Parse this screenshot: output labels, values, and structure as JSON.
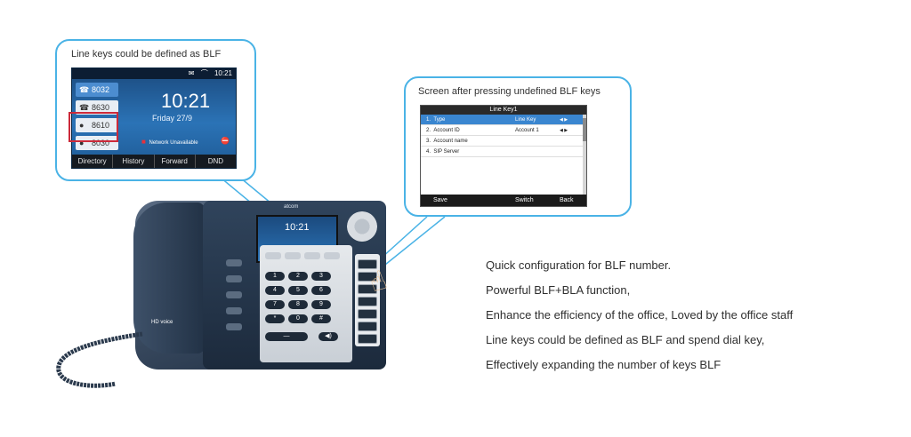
{
  "callout_left": {
    "title": "Line keys could be defined as BLF",
    "status_time": "10:21",
    "line_keys": [
      {
        "number": "8032",
        "icon": "phone-icon",
        "active": true
      },
      {
        "number": "8630",
        "icon": "phone-icon",
        "active": false
      },
      {
        "number": "8610",
        "icon": "contact-icon",
        "active": false
      },
      {
        "number": "8030",
        "icon": "contact-icon",
        "active": false
      }
    ],
    "clock": "10:21",
    "date": "Friday 27/9",
    "network_status": "Network Unavailable",
    "softkeys": [
      "Directory",
      "History",
      "Forward",
      "DND"
    ],
    "highlight_color": "#cc2a3a"
  },
  "callout_right": {
    "title": "Screen after pressing undefined BLF keys",
    "header": "Line Key1",
    "rows": [
      {
        "index": "1.",
        "label": "Type",
        "value": "Line Key",
        "arrows": "◀ ▶",
        "selected": true
      },
      {
        "index": "2.",
        "label": "Account ID",
        "value": "Account 1",
        "arrows": "◀ ▶",
        "selected": false
      },
      {
        "index": "3.",
        "label": "Account name",
        "value": "",
        "arrows": "",
        "selected": false
      },
      {
        "index": "4.",
        "label": "SIP Server",
        "value": "",
        "arrows": "",
        "selected": false
      }
    ],
    "softkeys": [
      "Save",
      "Switch",
      "Back"
    ]
  },
  "phone": {
    "brand_logo": "atcom",
    "screen_time": "10:21",
    "hd_label": "HD voice",
    "dial_keys": [
      "1",
      "2",
      "3",
      "4",
      "5",
      "6",
      "7",
      "8",
      "9",
      "*",
      "0",
      "#"
    ]
  },
  "description": [
    "Quick configuration for BLF number.",
    "Powerful BLF+BLA function,",
    "Enhance the efficiency of the office, Loved by the office staff",
    "Line keys could be defined as BLF and spend dial key,",
    "Effectively expanding the number of keys BLF"
  ],
  "colors": {
    "callout_border": "#4ab3e6",
    "phone_screen_blue": "#2b73b6",
    "selected_row": "#3a86d0"
  }
}
